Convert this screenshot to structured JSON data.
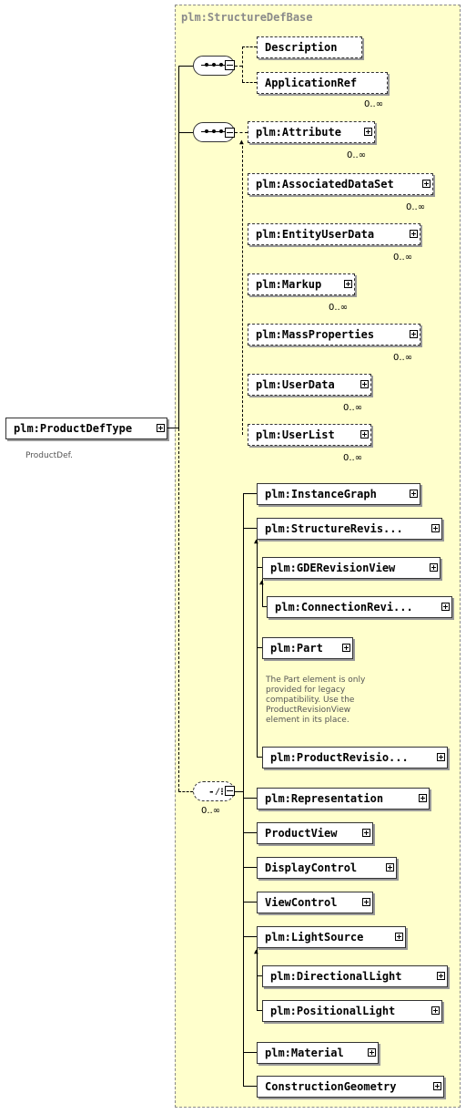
{
  "base_type": "plm:StructureDefBase",
  "root": {
    "label": "plm:ProductDefType",
    "annotation": "ProductDef."
  },
  "seq1": [
    {
      "label": "Description",
      "card": ""
    },
    {
      "label": "ApplicationRef",
      "card": "0..∞"
    }
  ],
  "seq2": [
    {
      "label": "plm:Attribute",
      "card": "0..∞"
    },
    {
      "label": "plm:AssociatedDataSet",
      "card": "0..∞"
    },
    {
      "label": "plm:EntityUserData",
      "card": "0..∞"
    },
    {
      "label": "plm:Markup",
      "card": "0..∞"
    },
    {
      "label": "plm:MassProperties",
      "card": "0..∞"
    },
    {
      "label": "plm:UserData",
      "card": "0..∞"
    },
    {
      "label": "plm:UserList",
      "card": "0..∞"
    }
  ],
  "choice": {
    "card": "0..∞",
    "items": [
      {
        "label": "plm:InstanceGraph"
      },
      {
        "label": "plm:StructureRevis..."
      },
      {
        "label": "plm:GDERevisionView"
      },
      {
        "label": "plm:ConnectionRevi..."
      },
      {
        "label": "plm:Part"
      },
      {
        "label": "plm:ProductRevisio..."
      },
      {
        "label": "plm:Representation"
      },
      {
        "label": "ProductView"
      },
      {
        "label": "DisplayControl"
      },
      {
        "label": "ViewControl"
      },
      {
        "label": "plm:LightSource"
      },
      {
        "label": "plm:DirectionalLight"
      },
      {
        "label": "plm:PositionalLight"
      },
      {
        "label": "plm:Material"
      },
      {
        "label": "ConstructionGeometry"
      }
    ],
    "part_note": "The Part element is only provided for legacy compatibility. Use the ProductRevisionView element in its place."
  }
}
